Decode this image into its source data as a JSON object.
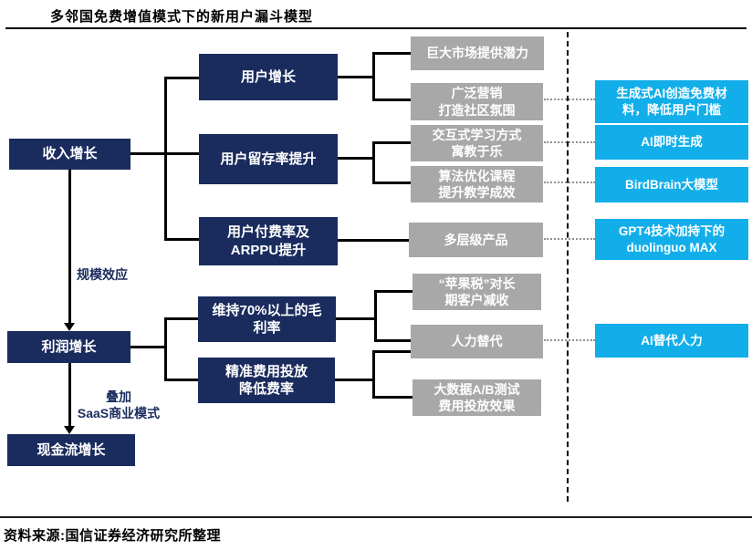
{
  "title": "多邻国免费增值模式下的新用户漏斗模型",
  "source": "资料来源:国信证券经济研究所整理",
  "colors": {
    "navy": "#1A2C5E",
    "gray": "#A8A8A8",
    "cyan": "#12AEEA",
    "connector": "#000000",
    "dotted_connector": "#8a9394"
  },
  "flow": {
    "revenue": "收入增长",
    "profit": "利润增长",
    "cashflow": "现金流增长",
    "scale_effect": "规模效应",
    "saas_overlay": "叠加\nSaaS商业模式"
  },
  "drivers": {
    "user_growth": "用户增长",
    "retention": "用户留存率提升",
    "payment": "用户付费率及\nARPPU提升",
    "margin": "维持70%以上的毛\n利率",
    "expense": "精准费用投放\n降低费率"
  },
  "tactics": {
    "market": "巨大市场提供潜力",
    "marketing": "广泛营销\n打造社区氛围",
    "interactive": "交互式学习方式\n寓教于乐",
    "algorithm": "算法优化课程\n提升教学成效",
    "product": "多层级产品",
    "apple_tax": "“苹果税”对长\n期客户减收",
    "human_replace": "人力替代",
    "big_data": "大数据A/B测试\n费用投放效果"
  },
  "ai": {
    "gen_ai": "生成式AI创造免费材\n料，降低用户门槛",
    "instant": "AI即时生成",
    "birdbrain": "BirdBrain大模型",
    "gpt4": "GPT4技术加持下的\nduolinguo MAX",
    "replace_human": "AI替代人力"
  }
}
